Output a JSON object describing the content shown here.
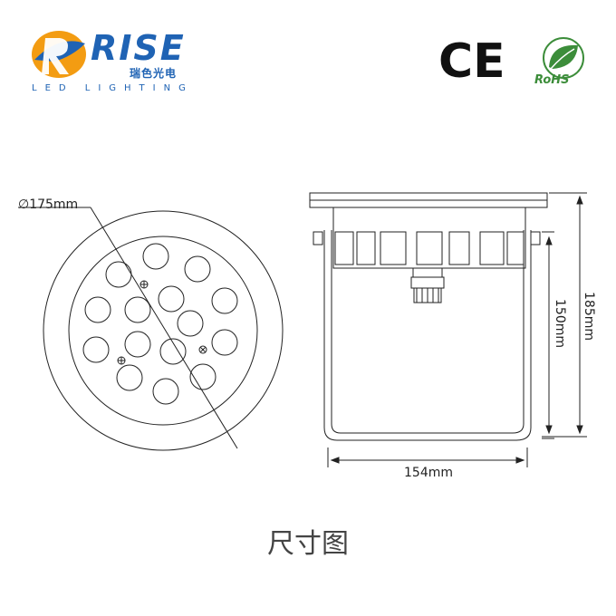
{
  "logo": {
    "brand": "RISE",
    "brand_cn": "瑞色光电",
    "tagline": "LED LIGHTING"
  },
  "certifications": {
    "ce": "CE",
    "rohs": "RoHS"
  },
  "diagram": {
    "diameter_label": "∅175mm",
    "width_label": "154mm",
    "height_inner_label": "150mm",
    "height_total_label": "185mm"
  },
  "caption": "尺寸图",
  "colors": {
    "brand_blue": "#1f63b4",
    "brand_orange": "#f39c12",
    "rohs_green": "#3c8d3a",
    "line": "#222222"
  }
}
